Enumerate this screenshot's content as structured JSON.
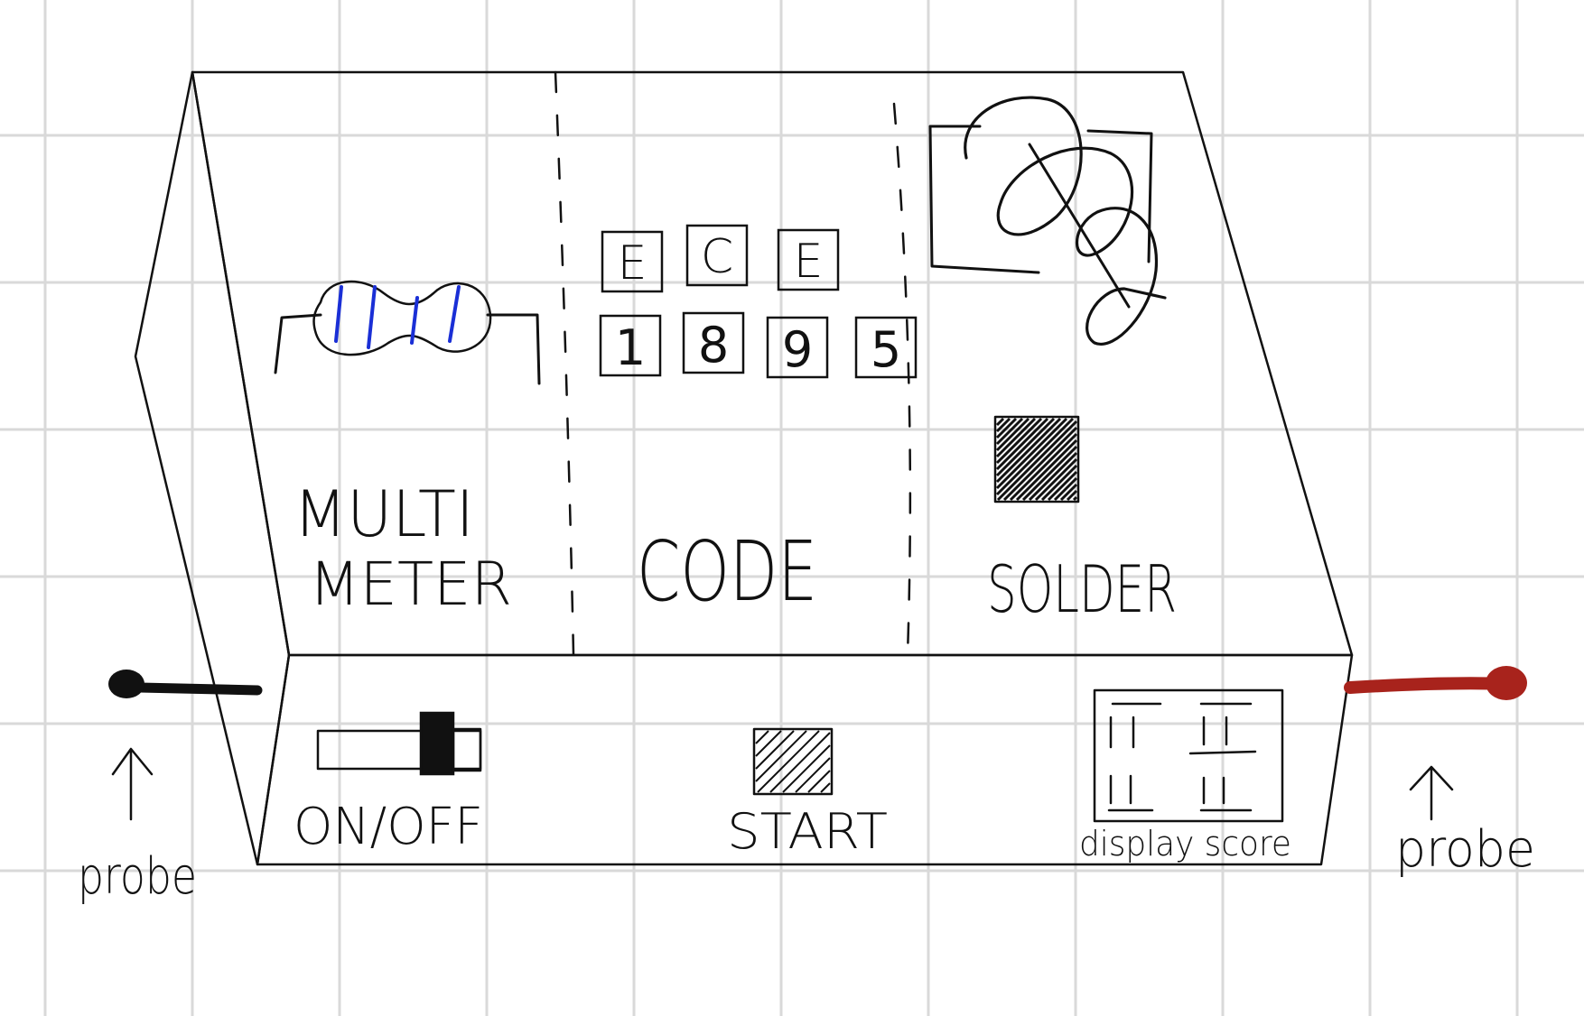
{
  "device": {
    "top_sections": {
      "multimeter": {
        "label_line1": "MULTI",
        "label_line2": "METER"
      },
      "code": {
        "label": "CODE",
        "letters": [
          "E",
          "C",
          "E"
        ],
        "digits": [
          "1",
          "8",
          "9",
          "5"
        ]
      },
      "solder": {
        "label": "SOLDER"
      }
    },
    "front_panel": {
      "power_label": "ON/OFF",
      "start_label": "START",
      "display_label": "display score"
    },
    "probes": {
      "left": {
        "label": "probe",
        "color": "#111111"
      },
      "right": {
        "label": "probe",
        "color": "#a8231c"
      }
    }
  },
  "colors": {
    "grid": "#d9d9d9",
    "resistor_band": "#1a2fd6",
    "ink": "#111111"
  }
}
